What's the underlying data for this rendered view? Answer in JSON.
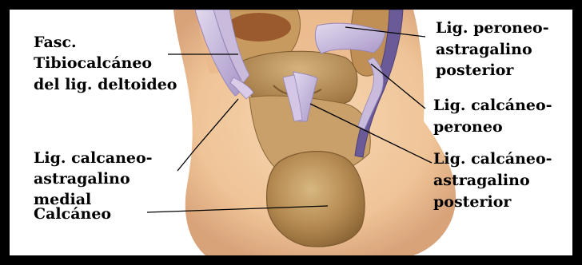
{
  "figure": {
    "left_labels": {
      "fasc_line1": "Fasc.",
      "fasc_line2": "Tibiocalcáneo",
      "fasc_line3": "del lig. deltoideo",
      "lcam_line1": "Lig. calcaneo-",
      "lcam_line2": "astragalino",
      "lcam_line3": "medial",
      "calcaneo": "Calcáneo"
    },
    "right_labels": {
      "lpap_line1": "Lig. peroneo-",
      "lpap_line2": "astragalino",
      "lpap_line3": "posterior",
      "lcp_line1": "Lig. calcáneo-",
      "lcp_line2": "peroneo",
      "lcap_line1": "Lig. calcáneo-",
      "lcap_line2": "astragalino",
      "lcap_line3": "posterior"
    },
    "colors": {
      "border": "#000000",
      "background": "#ffffff",
      "skin": "#f0c9a0",
      "skin_shadow": "#d9a37a",
      "bone": "#b48a52",
      "bone_dark": "#8a6535",
      "bone_light": "#d8b780",
      "ligament": "#c9bbdc",
      "ligament_edge": "#9787b8",
      "tendon": "#6a5a98"
    }
  }
}
